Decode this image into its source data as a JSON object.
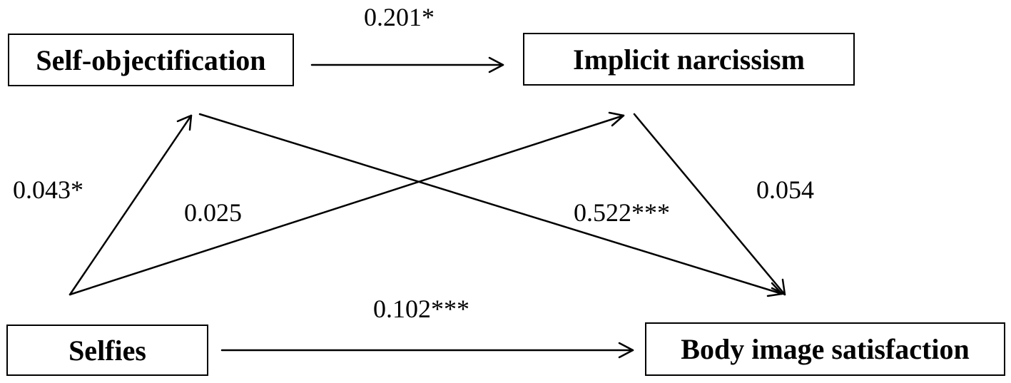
{
  "nodes": {
    "self_objectification": "Self-objectification",
    "implicit_narcissism": "Implicit narcissism",
    "selfies": "Selfies",
    "body_image_satisfaction": "Body image satisfaction"
  },
  "paths": {
    "selfobj_to_narcissism": "0.201*",
    "selfies_to_selfobj": "0.043*",
    "selfies_to_narcissism": "0.025",
    "selfobj_to_body": "0.522***",
    "narcissism_to_body": "0.054",
    "selfies_to_body": "0.102***"
  },
  "colors": {
    "stroke": "#000000",
    "background": "#ffffff"
  }
}
